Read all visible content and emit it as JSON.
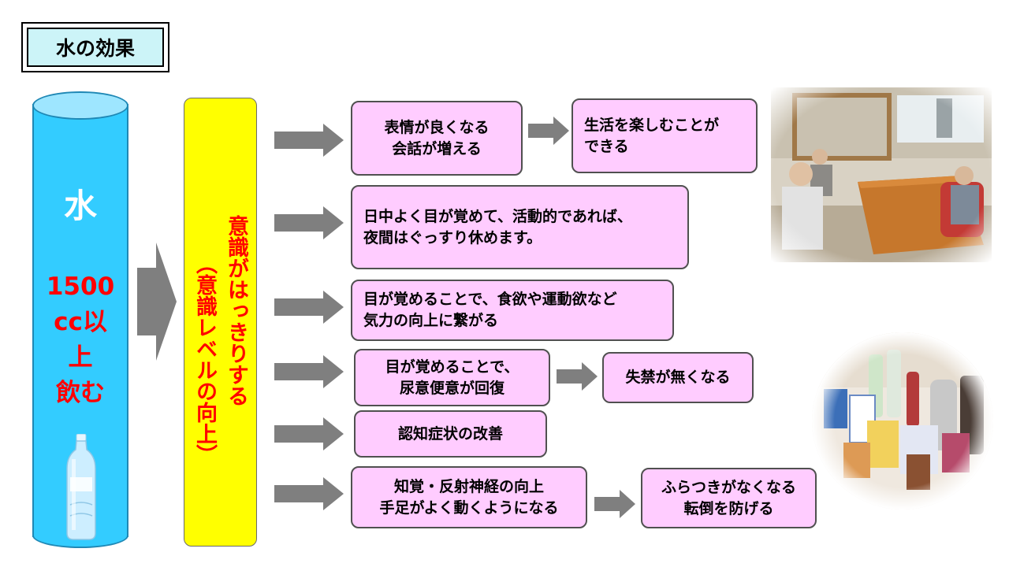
{
  "title": "水の効果",
  "cylinder": {
    "label": "水",
    "amount_lines": [
      "1500",
      "cc以",
      "上",
      "飲む"
    ]
  },
  "center": {
    "line1": "意識がはっきりする",
    "line2": "（意識レベルの向上）"
  },
  "boxes": {
    "b1": "表情が良くなる\n会話が増える",
    "b1r": "生活を楽しむことが\nできる",
    "b2": "日中よく目が覚めて、活動的であれば、\n夜間はぐっすり休めます。",
    "b3": "目が覚めることで、食欲や運動欲など\n気力の向上に繋がる",
    "b4": "目が覚めることで、\n尿意便意が回復",
    "b4r": "失禁が無くなる",
    "b5": "認知症状の改善",
    "b6": "知覚・反射神経の向上\n手足がよく動くようになる",
    "b6r": "ふらつきがなくなる\n転倒を防げる"
  },
  "colors": {
    "water": "#33ccff",
    "pill": "#ffff00",
    "box": "#ffccff",
    "arrow": "#7f7f7f",
    "emphasis": "#ff0000"
  }
}
